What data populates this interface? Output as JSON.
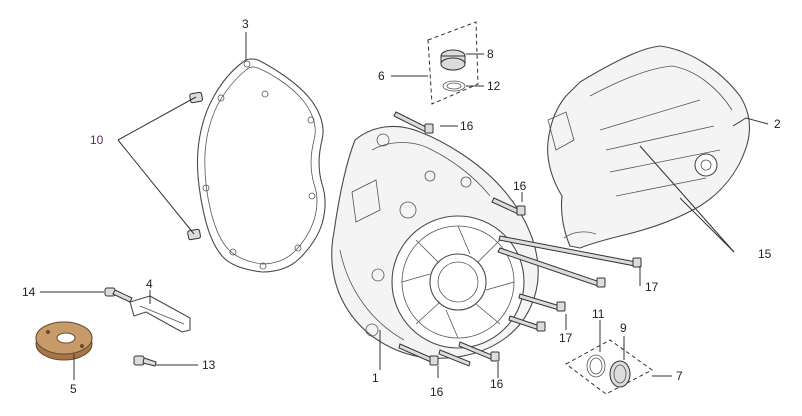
{
  "diagram": {
    "callouts": [
      {
        "id": "1",
        "text": "1"
      },
      {
        "id": "2",
        "text": "2"
      },
      {
        "id": "3",
        "text": "3"
      },
      {
        "id": "4",
        "text": "4"
      },
      {
        "id": "5",
        "text": "5"
      },
      {
        "id": "6",
        "text": "6"
      },
      {
        "id": "7",
        "text": "7"
      },
      {
        "id": "8",
        "text": "8"
      },
      {
        "id": "9",
        "text": "9"
      },
      {
        "id": "10",
        "text": "10"
      },
      {
        "id": "11",
        "text": "11"
      },
      {
        "id": "12",
        "text": "12"
      },
      {
        "id": "13",
        "text": "13"
      },
      {
        "id": "14",
        "text": "14"
      },
      {
        "id": "15",
        "text": "15"
      },
      {
        "id": "16a",
        "text": "16"
      },
      {
        "id": "16b",
        "text": "16"
      },
      {
        "id": "16c",
        "text": "16"
      },
      {
        "id": "16d",
        "text": "16"
      },
      {
        "id": "17a",
        "text": "17"
      },
      {
        "id": "17b",
        "text": "17"
      }
    ]
  },
  "colors": {
    "background": "#ffffff",
    "line": "#333333",
    "purple_label": "#5a2a6a",
    "bronze_part": "#b8875a"
  },
  "icons": [
    "gasket-drawing",
    "crankcase-cover-drawing",
    "side-cover-drawing",
    "oil-plug-drawing",
    "bolt-drawing",
    "seal-ring-drawing",
    "bracket-drawing",
    "bearing-plate-drawing"
  ]
}
